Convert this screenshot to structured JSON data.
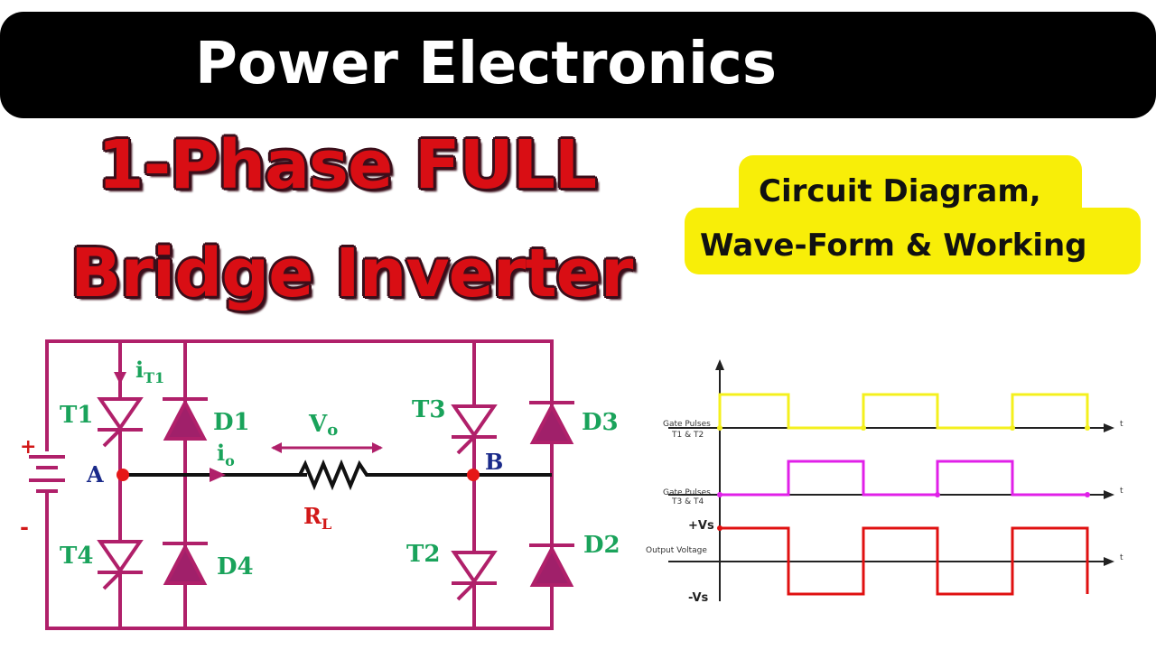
{
  "banner": {
    "title": "Power Electronics"
  },
  "headline": {
    "line1": "1-Phase FULL",
    "line2": "Bridge Inverter"
  },
  "badge": {
    "line1": "Circuit Diagram,",
    "line2": "Wave-Form  &  Working"
  },
  "circuit": {
    "labels": {
      "plus": "+",
      "minus": "-",
      "node_a": "A",
      "node_b": "B",
      "t1": "T1",
      "t2": "T2",
      "t3": "T3",
      "t4": "T4",
      "d1": "D1",
      "d2": "D2",
      "d3": "D3",
      "d4": "D4",
      "it1_main": "i",
      "it1_sub": "T1",
      "io_main": "i",
      "io_sub": "o",
      "vo_main": "V",
      "vo_sub": "o",
      "rl_main": "R",
      "rl_sub": "L"
    },
    "colors": {
      "wire": "#b0206a",
      "label": "#1aa35b",
      "node": "#e61818",
      "node_label": "#1a2a8a",
      "rl_label": "#d21818",
      "dark_wire": "#111111",
      "diode_fill": "#a0206a"
    }
  },
  "waveforms": {
    "gate12_label_1": "Gate Pulses",
    "gate12_label_2": "T1 & T2",
    "gate34_label_1": "Gate Pulses",
    "gate34_label_2": "T3 & T4",
    "output_label": "Output Voltage",
    "plus_vs": "+Vs",
    "minus_vs": "-Vs",
    "t1": "t",
    "t2": "t",
    "t3": "t",
    "colors": {
      "gate12": "#f4f01e",
      "gate34": "#e020e8",
      "output": "#e01010",
      "axis": "#222222"
    }
  }
}
